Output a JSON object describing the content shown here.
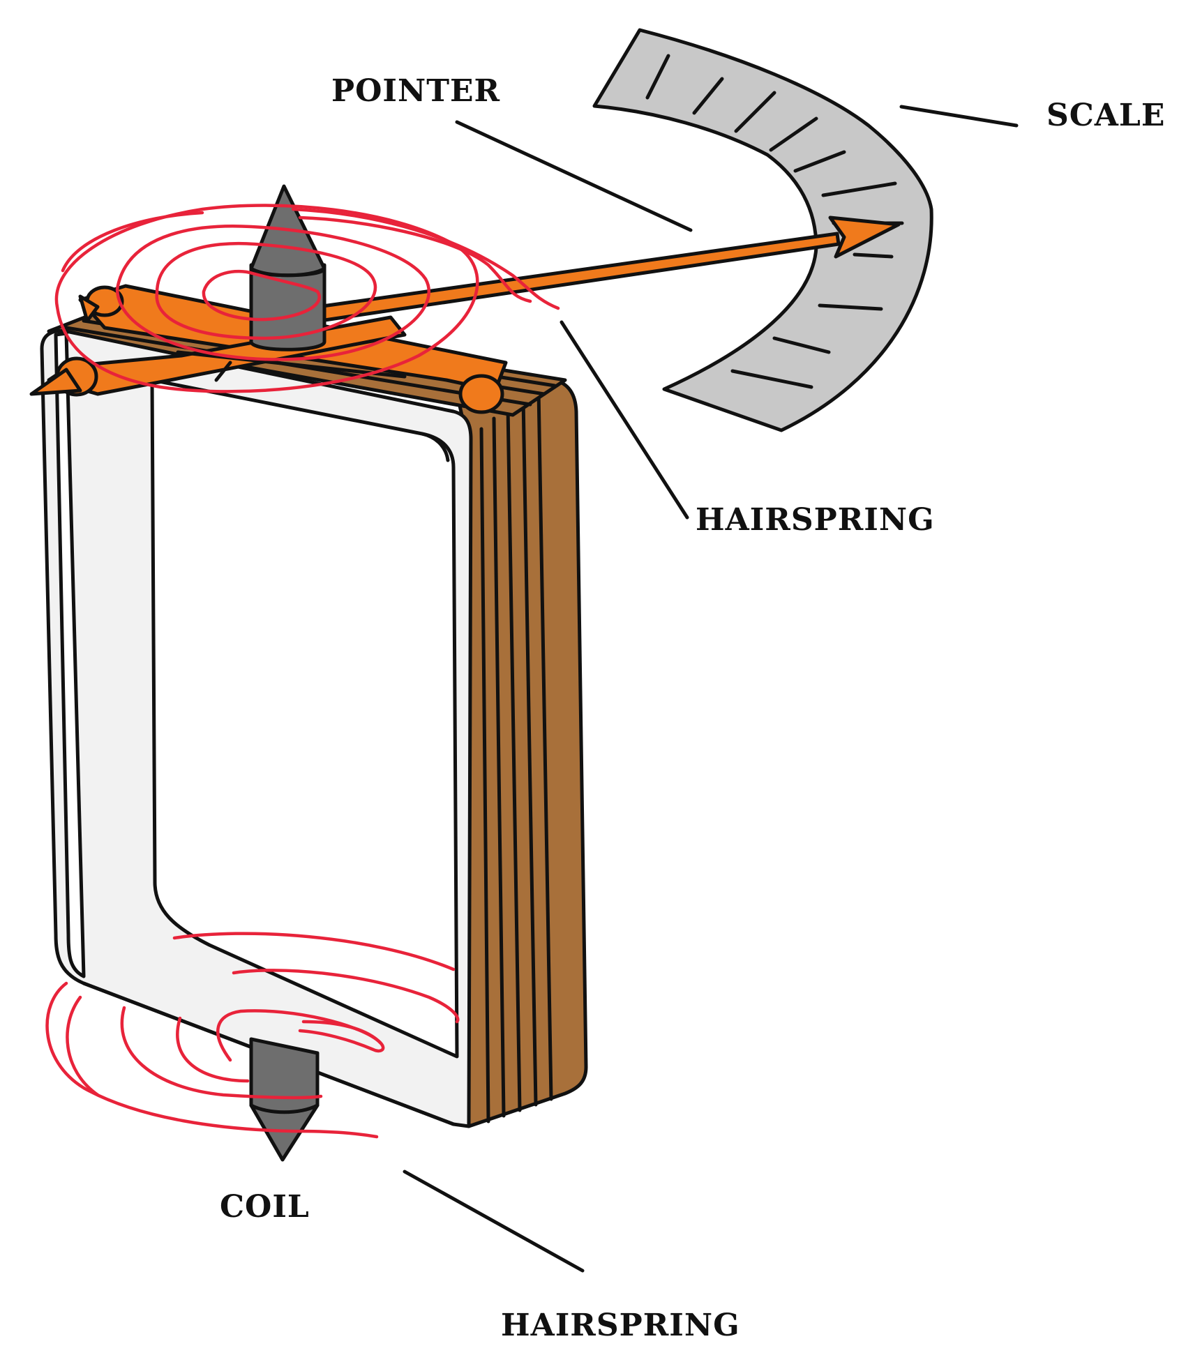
{
  "labels": {
    "pointer": "POINTER",
    "scale": "SCALE",
    "hairspring_top": "HAIRSPRING",
    "coil": "COIL",
    "hairspring_bottom": "HAIRSPRING"
  },
  "colors": {
    "scale_fill": "#c8c8c8",
    "frame_fill": "#f2f2f2",
    "winding_fill": "#a8703a",
    "pointer_orange": "#f07a1c",
    "pivot_gray": "#6e6e6e",
    "field_lines": "#e8233a",
    "outline": "#111111"
  }
}
